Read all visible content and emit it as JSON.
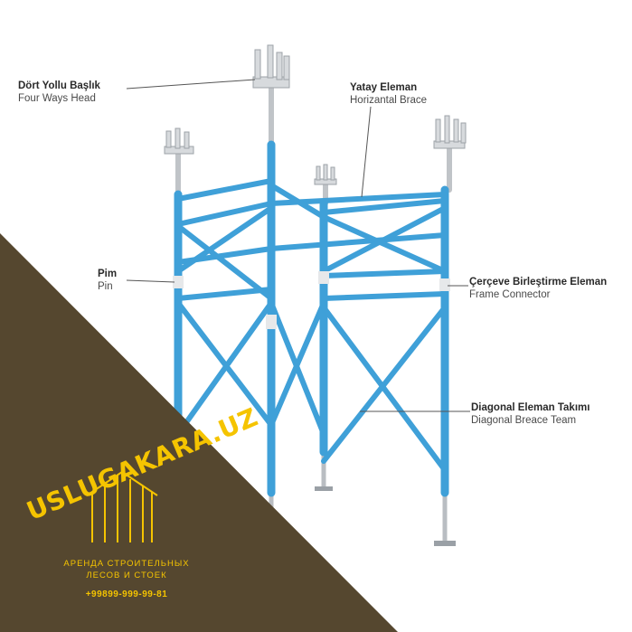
{
  "labels": {
    "four_ways_head": {
      "tr": "Dört Yollu Başlık",
      "en": "Four Ways Head"
    },
    "horizontal_brace": {
      "tr": "Yatay Eleman",
      "en": "Horizantal Brace"
    },
    "pin": {
      "tr": "Pim",
      "en": "Pin"
    },
    "frame_connector": {
      "tr": "Çerçeve Birleştirme Eleman",
      "en": "Frame Connector"
    },
    "diagonal_team": {
      "tr": "Diagonal Eleman Takımı",
      "en": "Diagonal Breace Team"
    }
  },
  "brand": {
    "name": "USLUGAKARA.UZ",
    "tagline_line1": "АРЕНДА СТРОИТЕЛЬНЫХ",
    "tagline_line2": "ЛЕСОВ И СТОЕК",
    "phone": "+99899-999-99-81"
  },
  "colors": {
    "tube": "#3fa0d8",
    "tube_dark": "#2a7fb8",
    "steel": "#c9ccd0",
    "banner": "#55472f",
    "brand_yellow": "#f5c400"
  }
}
